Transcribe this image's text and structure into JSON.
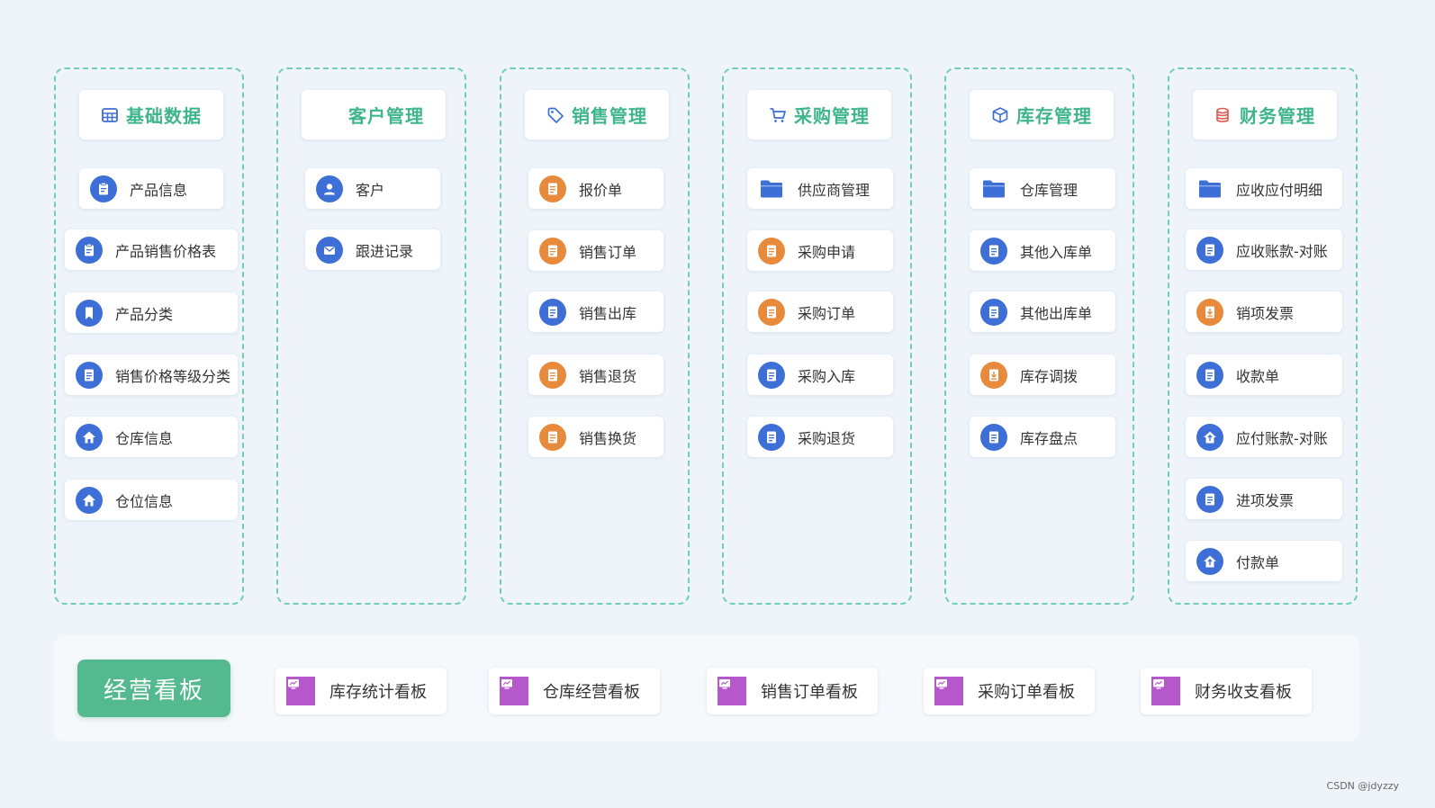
{
  "columns": [
    {
      "title": "基础数据",
      "title_color": "#3fb58b",
      "icon": "table-icon",
      "items": [
        {
          "label": "产品信息",
          "icon": "clipboard-icon",
          "color": "#3d6fd6"
        },
        {
          "label": "产品销售价格表",
          "icon": "clipboard-icon",
          "color": "#3d6fd6"
        },
        {
          "label": "产品分类",
          "icon": "bookmark-icon",
          "color": "#3d6fd6"
        },
        {
          "label": "销售价格等级分类",
          "icon": "document-icon",
          "color": "#3d6fd6"
        },
        {
          "label": "仓库信息",
          "icon": "home-icon",
          "color": "#3d6fd6"
        },
        {
          "label": "仓位信息",
          "icon": "home-icon",
          "color": "#3d6fd6"
        }
      ]
    },
    {
      "title": "客户管理",
      "title_color": "#3fb58b",
      "icon": "user-icon",
      "items": [
        {
          "label": "客户",
          "icon": "user-icon",
          "color": "#3d6fd6"
        },
        {
          "label": "跟进记录",
          "icon": "mail-icon",
          "color": "#3d6fd6"
        }
      ]
    },
    {
      "title": "销售管理",
      "title_color": "#3fb58b",
      "icon": "tag-icon",
      "items": [
        {
          "label": "报价单",
          "icon": "document-icon",
          "color": "#e88a3c"
        },
        {
          "label": "销售订单",
          "icon": "document-icon",
          "color": "#e88a3c"
        },
        {
          "label": "销售出库",
          "icon": "document-icon",
          "color": "#3d6fd6"
        },
        {
          "label": "销售退货",
          "icon": "document-icon",
          "color": "#e88a3c"
        },
        {
          "label": "销售换货",
          "icon": "document-icon",
          "color": "#e88a3c"
        }
      ]
    },
    {
      "title": "采购管理",
      "title_color": "#3fb58b",
      "icon": "cart-icon",
      "items": [
        {
          "label": "供应商管理",
          "icon": "folder-icon",
          "color": "#3d6fd6"
        },
        {
          "label": "采购申请",
          "icon": "document-icon",
          "color": "#e88a3c"
        },
        {
          "label": "采购订单",
          "icon": "document-icon",
          "color": "#e88a3c"
        },
        {
          "label": "采购入库",
          "icon": "document-icon",
          "color": "#3d6fd6"
        },
        {
          "label": "采购退货",
          "icon": "document-icon",
          "color": "#3d6fd6"
        }
      ]
    },
    {
      "title": "库存管理",
      "title_color": "#3fb58b",
      "icon": "box-icon",
      "items": [
        {
          "label": "仓库管理",
          "icon": "folder-icon",
          "color": "#3d6fd6"
        },
        {
          "label": "其他入库单",
          "icon": "document-icon",
          "color": "#3d6fd6"
        },
        {
          "label": "其他出库单",
          "icon": "document-icon",
          "color": "#3d6fd6"
        },
        {
          "label": "库存调拨",
          "icon": "transfer-doc-icon",
          "color": "#e88a3c"
        },
        {
          "label": "库存盘点",
          "icon": "document-icon",
          "color": "#3d6fd6"
        }
      ]
    },
    {
      "title": "财务管理",
      "title_color": "#3fb58b",
      "icon": "coins-icon",
      "icon_color": "#e0574f",
      "items": [
        {
          "label": "应收应付明细",
          "icon": "folder-icon",
          "color": "#3d6fd6"
        },
        {
          "label": "应收账款-对账",
          "icon": "document-icon",
          "color": "#3d6fd6"
        },
        {
          "label": "销项发票",
          "icon": "invoice-icon",
          "color": "#e88a3c"
        },
        {
          "label": "收款单",
          "icon": "document-icon",
          "color": "#3d6fd6"
        },
        {
          "label": "应付账款-对账",
          "icon": "upload-home-icon",
          "color": "#3d6fd6"
        },
        {
          "label": "进项发票",
          "icon": "document-icon",
          "color": "#3d6fd6"
        },
        {
          "label": "付款单",
          "icon": "upload-home-icon",
          "color": "#3d6fd6"
        }
      ]
    }
  ],
  "dashboard": {
    "title": "经营看板",
    "title_bg": "#55b98f",
    "items": [
      {
        "label": "库存统计看板",
        "icon": "monitor-chart-icon",
        "color": "#b558cc"
      },
      {
        "label": "仓库经营看板",
        "icon": "monitor-chart-icon",
        "color": "#b558cc"
      },
      {
        "label": "销售订单看板",
        "icon": "monitor-chart-icon",
        "color": "#b558cc"
      },
      {
        "label": "采购订单看板",
        "icon": "monitor-chart-icon",
        "color": "#b558cc"
      },
      {
        "label": "财务收支看板",
        "icon": "monitor-chart-icon",
        "color": "#b558cc"
      }
    ]
  },
  "watermark": "CSDN @jdyzzy"
}
